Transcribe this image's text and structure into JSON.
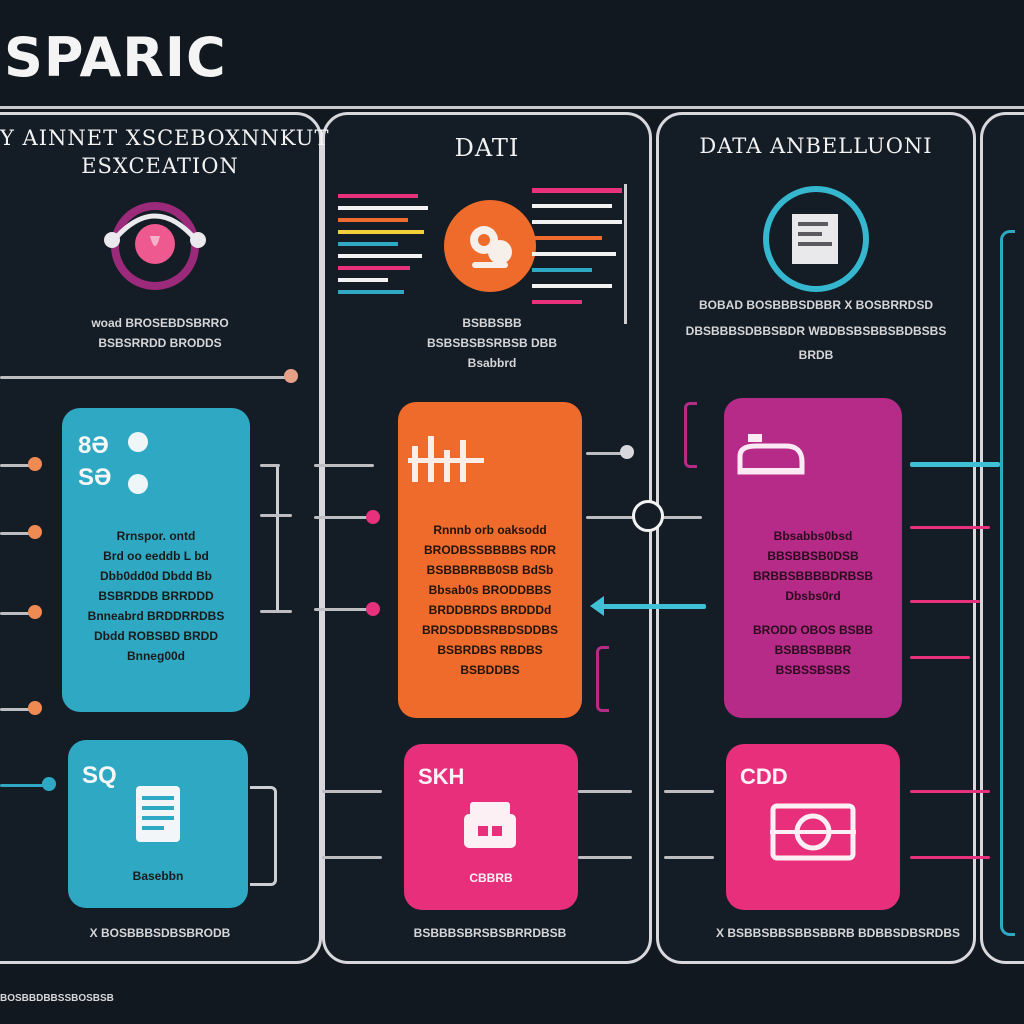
{
  "header": {
    "title": "SPARIC"
  },
  "columns": [
    {
      "title_line1": "Y AINNET XSCEBOXNNKUT",
      "title_line2": "ESXCEATION",
      "desc_line1": "woad BROSEBDSBRRO",
      "desc_line2": "BSBSRRDD BRODDS",
      "card_top": {
        "label_a": "8Ə",
        "label_b": "SƏ",
        "lines": [
          "Rrnspor. ontd",
          "Brd oo eeddb L bd",
          "Dbb0dd0d Dbdd Bb",
          "BSBRDDB BRRDDD",
          "Bnneabrd BRDDRRDBS",
          "Dbdd ROBSBD BRDD",
          "Bnneg00d"
        ]
      },
      "card_bottom": {
        "label": "SQ",
        "caption": "Basebbn"
      },
      "footer": "X BOSBBBSDBSBRODB",
      "accent": "#2fa9c3"
    },
    {
      "title_line1": "DATI",
      "desc_line1": "BSBBSBB",
      "desc_line2": "BSBSBSBSRBSB DBB",
      "desc_line3": "Bsabbrd",
      "card_top": {
        "lines": [
          "Rnnnb orb oaksodd",
          "BRODBSSBBBBS RDR",
          "BSBBBRBB0SB BdSb",
          "Bbsab0s BRODDBBS",
          "BRDDBRDS BRDDDd",
          "BRDSDDBSRBDSDDBS",
          "BSBRDBS RBDBS",
          "BSBDDBS"
        ]
      },
      "card_bottom": {
        "label": "SKH",
        "caption": "CBBRB"
      },
      "footer": "BSBBBSBRSBSBRRDBSB",
      "accent_top": "#ef6b2c",
      "accent_bottom": "#e72f7c"
    },
    {
      "title_line1": "DATA ANBELLUONI",
      "desc_line1": "BOBAD BOSBBBSDBBR X BOSBRRDSD",
      "desc_line2": "DBSBBBSDBBSBDR WBDBSBSBBSBDBSBS",
      "desc_line3": "BRDB",
      "card_top": {
        "lines": [
          "Bbsabbs0bsd",
          "BBSBBSB0DSB",
          "BRBBSBBBBDRBSB",
          "Dbsbs0rd",
          "BRODD OBOS BSBB",
          "BSBBSBBBR",
          "BSBSSBSBS"
        ]
      },
      "card_bottom": {
        "label": "CDD",
        "caption": ""
      },
      "footer": "X BSBBSBBSBBSBBRB BDBBSDBSRDBS",
      "accent_top": "#b62b87",
      "accent_bottom": "#e7317c"
    }
  ],
  "footnote": "BOSBBDBBSSBOSBSB",
  "colors": {
    "background": "#111820",
    "teal": "#2fa9c3",
    "orange": "#ef6b2c",
    "magenta": "#b62b87",
    "pink": "#e72f7c",
    "wire": "#bdbdc2"
  },
  "icons": [
    "headphones-icon",
    "robot-icon",
    "document-icon",
    "equalizer-icon",
    "printer-icon",
    "server-icon",
    "scanner-icon",
    "camera-icon"
  ]
}
